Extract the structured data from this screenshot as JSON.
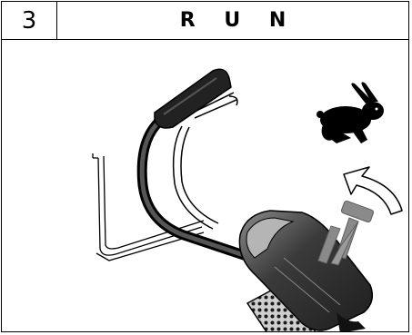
{
  "step": {
    "number": "3",
    "title": "R U N"
  },
  "illustration": {
    "subject": "treadmill-handlebar-console",
    "icons": [
      "rabbit-icon",
      "curved-arrow-icon",
      "lever-icon"
    ],
    "colors": {
      "ink": "#000000",
      "lever": "#8a8a8a",
      "console_dark": "#2b2b2b",
      "console_mid": "#6b6b6b"
    }
  }
}
